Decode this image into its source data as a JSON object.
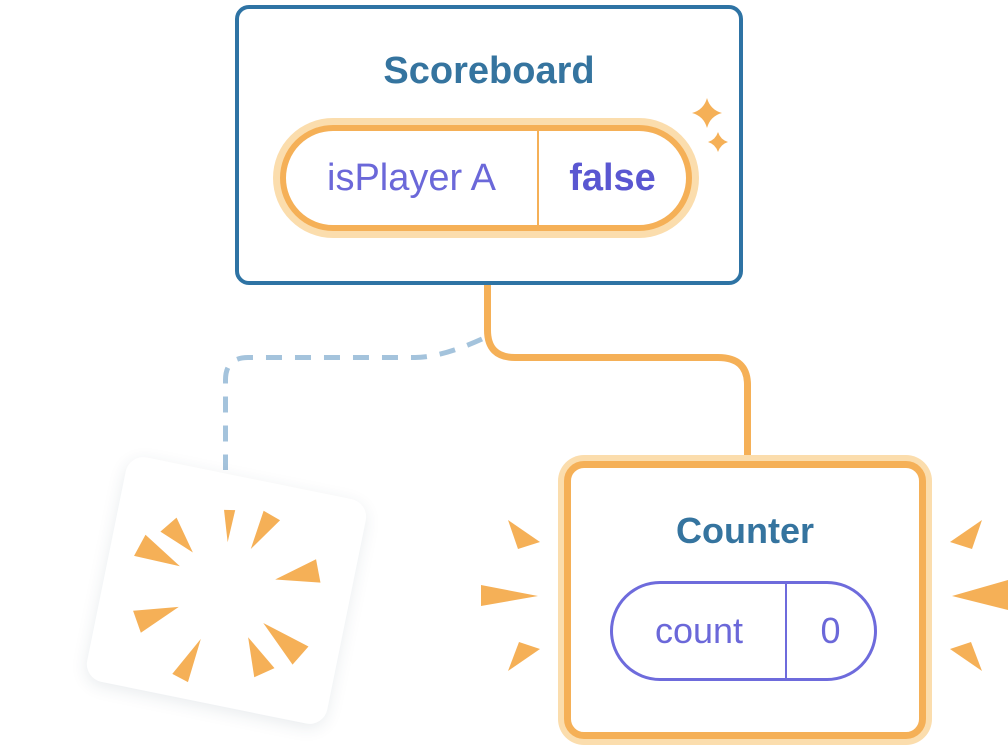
{
  "colors": {
    "card_border_blue": "#2E73A4",
    "heading_blue": "#35749F",
    "orange": "#F5B057",
    "orange_light": "#FBDDAD",
    "purple_key": "#6B68D9",
    "purple_value": "#5A57D1",
    "purple_border": "#6E6BDC",
    "dash_blue": "#A4C3DC",
    "card_bg": "#FFFFFF"
  },
  "nodes": {
    "scoreboard": {
      "title": "Scoreboard",
      "state": {
        "key": "isPlayer A",
        "value": "false"
      }
    },
    "counter": {
      "title": "Counter",
      "state": {
        "key": "count",
        "value": "0"
      }
    },
    "removed": {
      "description": "destroyed-component-card"
    }
  },
  "icons": {
    "sparkle": "sparkle-icon",
    "burst_left": "burst-rays-left-icon",
    "burst_right": "burst-rays-right-icon",
    "destroyed_burst": "destroyed-burst-icon"
  }
}
